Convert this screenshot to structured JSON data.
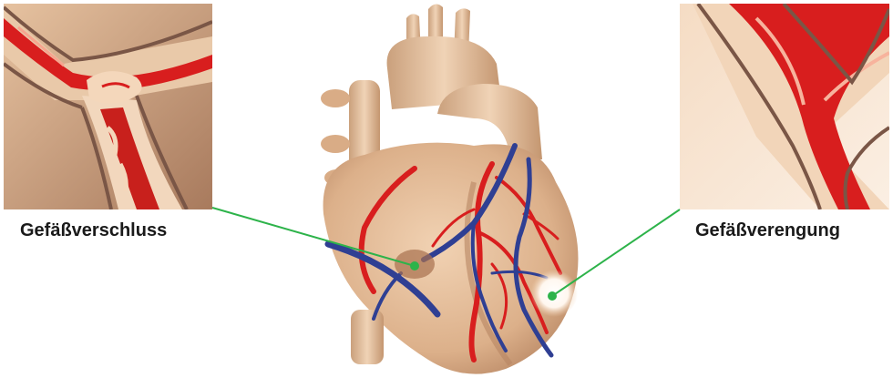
{
  "labels": {
    "left": "Gefäßverschluss",
    "right": "Gefäßverengung"
  },
  "colors": {
    "leader_line": "#2db34a",
    "artery_red": "#d81e1e",
    "vein_blue": "#2f3f93",
    "heart_tissue": "#e8c2a0",
    "plaque": "#f4d7bb"
  },
  "icons": {
    "left_inset": "vessel-occlusion-closeup",
    "right_inset": "vessel-narrowing-closeup",
    "center": "heart-illustration"
  }
}
